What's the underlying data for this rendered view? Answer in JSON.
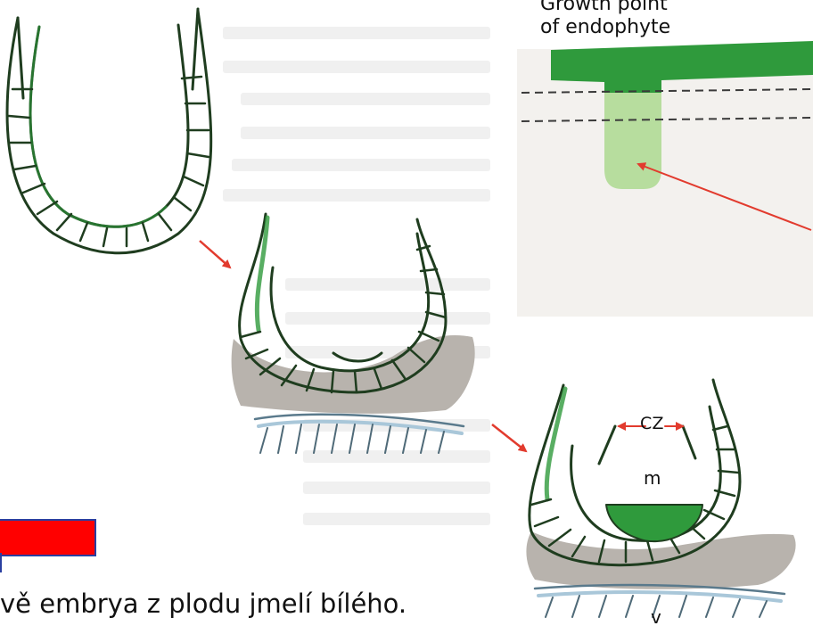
{
  "labels": {
    "growth_point_line1": "Growth point",
    "growth_point_line2": "of endophyte",
    "cz": "CZ",
    "m": "m",
    "v": "v"
  },
  "caption": "vě embrya z plodu jmelí bílého.",
  "colors": {
    "tissue_green": "#2f9a3c",
    "tissue_outline": "#1f3d1f",
    "host_gray": "#b8b3ad",
    "xylem_blue": "#a9c7d9",
    "arrow_red": "#e23b2e",
    "endophyte_light": "#b7dd9e",
    "endophyte_dark": "#2f9a3c",
    "highlight_red": "#ff0000"
  }
}
